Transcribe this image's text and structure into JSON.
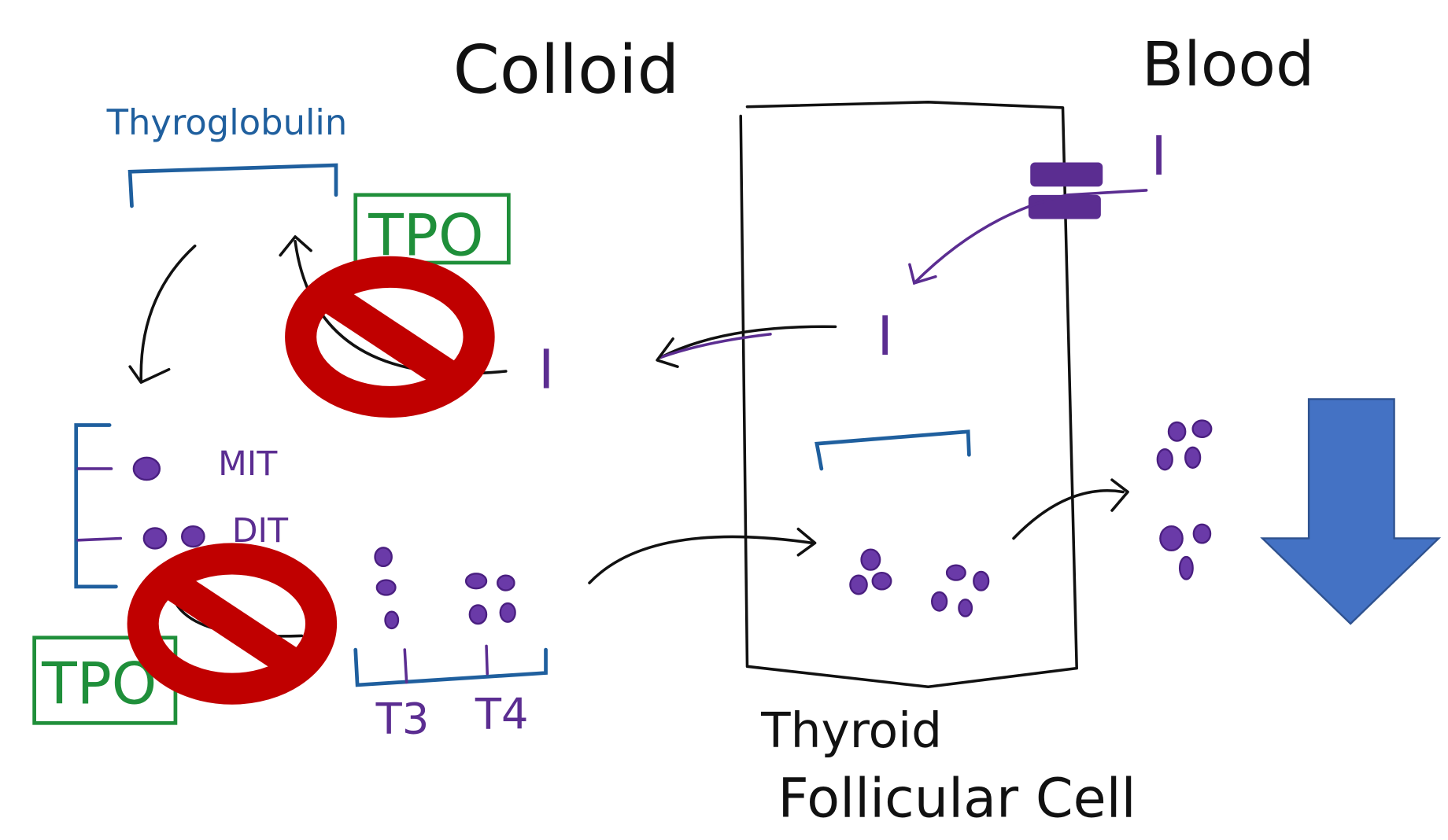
{
  "labels": {
    "colloid": "Colloid",
    "blood": "Blood",
    "thyroglobulin": "Thyroglobulin",
    "tpo_top": "TPO",
    "tpo_bottom": "TPO",
    "iodide_blood": "I",
    "iodide_cell": "I",
    "iodide_colloid": "I",
    "mit": "MIT",
    "dit": "DIT",
    "t3": "T3",
    "t4": "T4",
    "cell_line1": "Thyroid",
    "cell_line2": "Follicular Cell"
  },
  "colors": {
    "ink": "#111111",
    "iodide": "#5b2d91",
    "thyroglobulin": "#1f5f9e",
    "tpo": "#1f8f3a",
    "prohibited": "#c00000",
    "decrease_arrow": "#4472c4"
  },
  "icons": [
    "prohibited-icon",
    "prohibited-icon",
    "down-arrow-icon",
    "transporter-icon"
  ]
}
